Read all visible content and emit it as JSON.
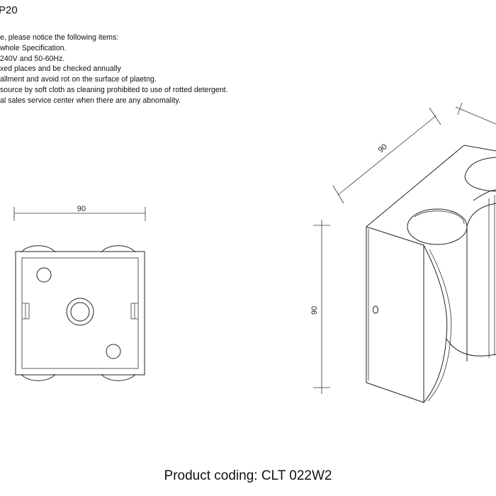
{
  "header": {
    "title": "P20"
  },
  "notes": [
    "e, please notice the following items:",
    "whole Specification.",
    "240V and 50-60Hz.",
    "xed places and be checked annually",
    "allment and avoid rot on the surface of plaetng.",
    "source by soft cloth as cleaning prohibited to use of rotted detergent.",
    "al sales service center when there are any abnomality."
  ],
  "dimensions": {
    "top_width": "90",
    "iso_depth": "90",
    "iso_height": "90"
  },
  "footer": {
    "product_coding": "Product coding: CLT 022W2"
  }
}
